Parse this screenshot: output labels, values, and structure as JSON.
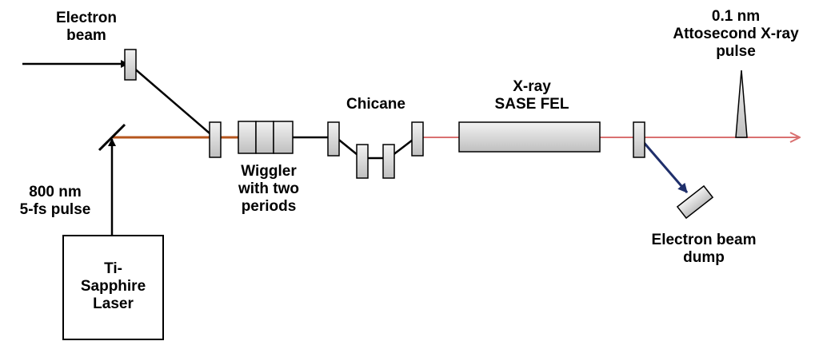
{
  "colors": {
    "laser_beam": "#b5561d",
    "xray_beam": "#d97070",
    "electron_beam": "#000000",
    "dump_beam": "#1f2f6b",
    "component_fill_top": "#f2f2f2",
    "component_fill_bottom": "#bfbfbf"
  },
  "labels": {
    "electron_beam": [
      "Electron",
      "beam"
    ],
    "xray_pulse": [
      "0.1 nm",
      "Attosecond X-ray",
      "pulse"
    ],
    "laser_pulse": [
      "800 nm",
      "5-fs pulse"
    ],
    "laser": [
      "Ti-",
      "Sapphire",
      "Laser"
    ],
    "wiggler": [
      "Wiggler",
      "with two",
      "periods"
    ],
    "chicane": [
      "Chicane"
    ],
    "fel": [
      "X-ray",
      "SASE FEL"
    ],
    "dump": [
      "Electron beam",
      "dump"
    ]
  }
}
